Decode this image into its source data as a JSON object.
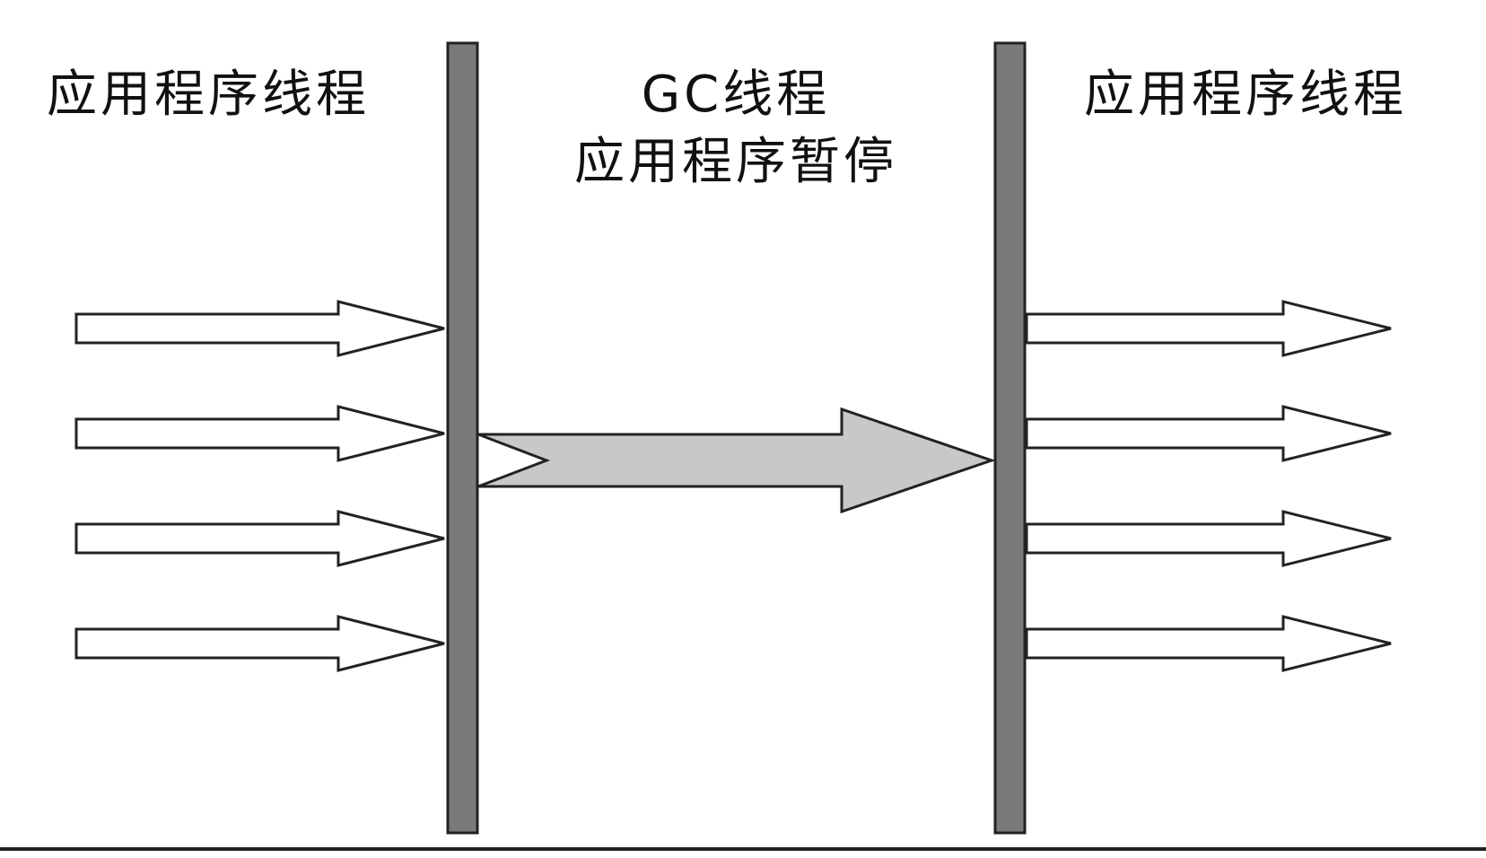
{
  "labels": {
    "left": "应用程序线程",
    "middle_line1": "GC线程",
    "middle_line2": "应用程序暂停",
    "right": "应用程序线程"
  },
  "colors": {
    "barrier": "#7a7a7a",
    "gc_arrow": "#c8c8c8",
    "thread_arrow": "#ffffff",
    "stroke": "#222222"
  },
  "diagram": {
    "incoming_thread_count": 4,
    "outgoing_thread_count": 4
  }
}
